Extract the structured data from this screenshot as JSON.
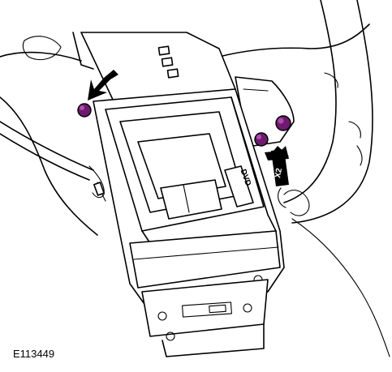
{
  "figure": {
    "reference_id": "E113449",
    "unit_label": "DVD",
    "quantity_label": "X2"
  },
  "colors": {
    "line": "#000000",
    "background": "#ffffff",
    "fastener": "#6e1a6e",
    "fastener_highlight": "#b04fb0",
    "arrow": "#000000"
  },
  "icons": {
    "pointer": "black-arrow-icon",
    "fastener": "nut-icon"
  }
}
